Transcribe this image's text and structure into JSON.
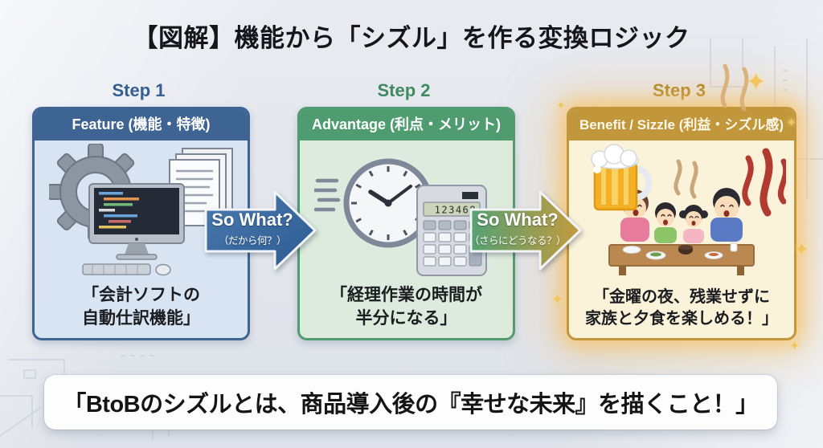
{
  "title": "【図解】機能から「シズル」を作る変換ロジック",
  "steps": [
    {
      "label": "Step 1",
      "header": "Feature (機能・特徴)",
      "caption_lines": [
        "「会計ソフトの",
        "自動仕訳機能」"
      ],
      "illustration": "gear-documents-computer-with-code",
      "theme_color": "#3d6493",
      "body_color": "#d9e4f2",
      "label_color": "#34608f"
    },
    {
      "label": "Step 2",
      "header": "Advantage (利点・メリット)",
      "caption_lines": [
        "「経理作業の時間が",
        "半分になる」"
      ],
      "illustration": "speeding-clock-and-calculator",
      "calculator_display": "123468",
      "theme_color": "#4f9c70",
      "body_color": "#dcebdd",
      "label_color": "#3f8a60"
    },
    {
      "label": "Step 3",
      "header": "Benefit / Sizzle (利益・シズル感)",
      "caption_lines": [
        "「金曜の夜、残業せずに",
        "家族と夕食を楽しめる！」"
      ],
      "illustration": "family-dinner-with-beer-and-sizzle-steam",
      "theme_color": "#c2973c",
      "body_color": "#faf2d9",
      "label_color": "#a87d1e",
      "glow_color": "#f6c46e",
      "effects": [
        "golden-glow",
        "sparkles",
        "steam-swirls"
      ]
    }
  ],
  "arrows": [
    {
      "title": "So What?",
      "subtitle": "（だから何？）",
      "color_from": "#4a7bb0",
      "color_to": "#2c5a92"
    },
    {
      "title": "So What?",
      "subtitle": "（さらにどうなる？）",
      "color_from": "#55a173",
      "color_to": "#c49a3e"
    }
  ],
  "footer": {
    "text": "「BtoBのシズルとは、商品導入後の『幸せな未来』を描くこと！」"
  },
  "icons": {
    "sparkle": "✦"
  },
  "background_color": "#e6e8ee"
}
